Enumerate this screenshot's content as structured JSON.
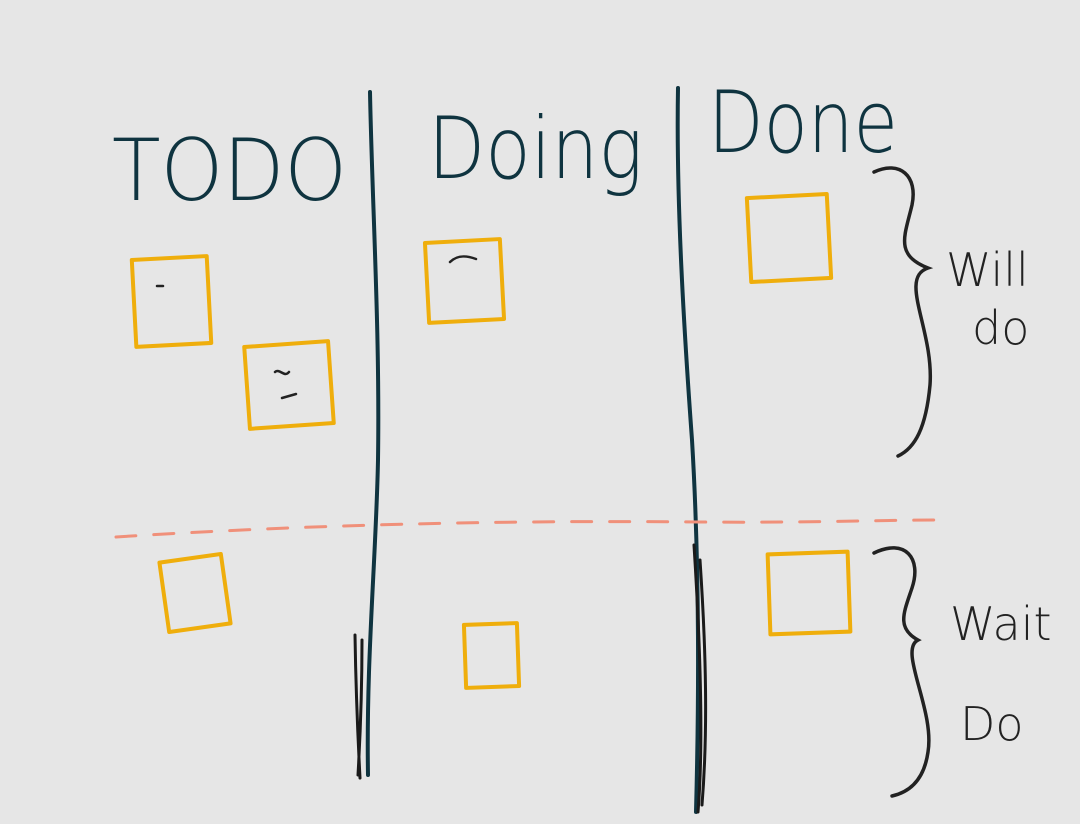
{
  "board": {
    "columns": [
      {
        "title": "TODO"
      },
      {
        "title": "Doing"
      },
      {
        "title": "Done"
      }
    ],
    "groups": [
      {
        "label_line1": "Will",
        "label_line2": "do"
      },
      {
        "label_line1": "Wait",
        "label_line2": "Do"
      }
    ]
  },
  "colors": {
    "ink": "#0f3440",
    "card": "#efae0c",
    "divider": "#f0907a",
    "background": "#e6e6e6"
  }
}
